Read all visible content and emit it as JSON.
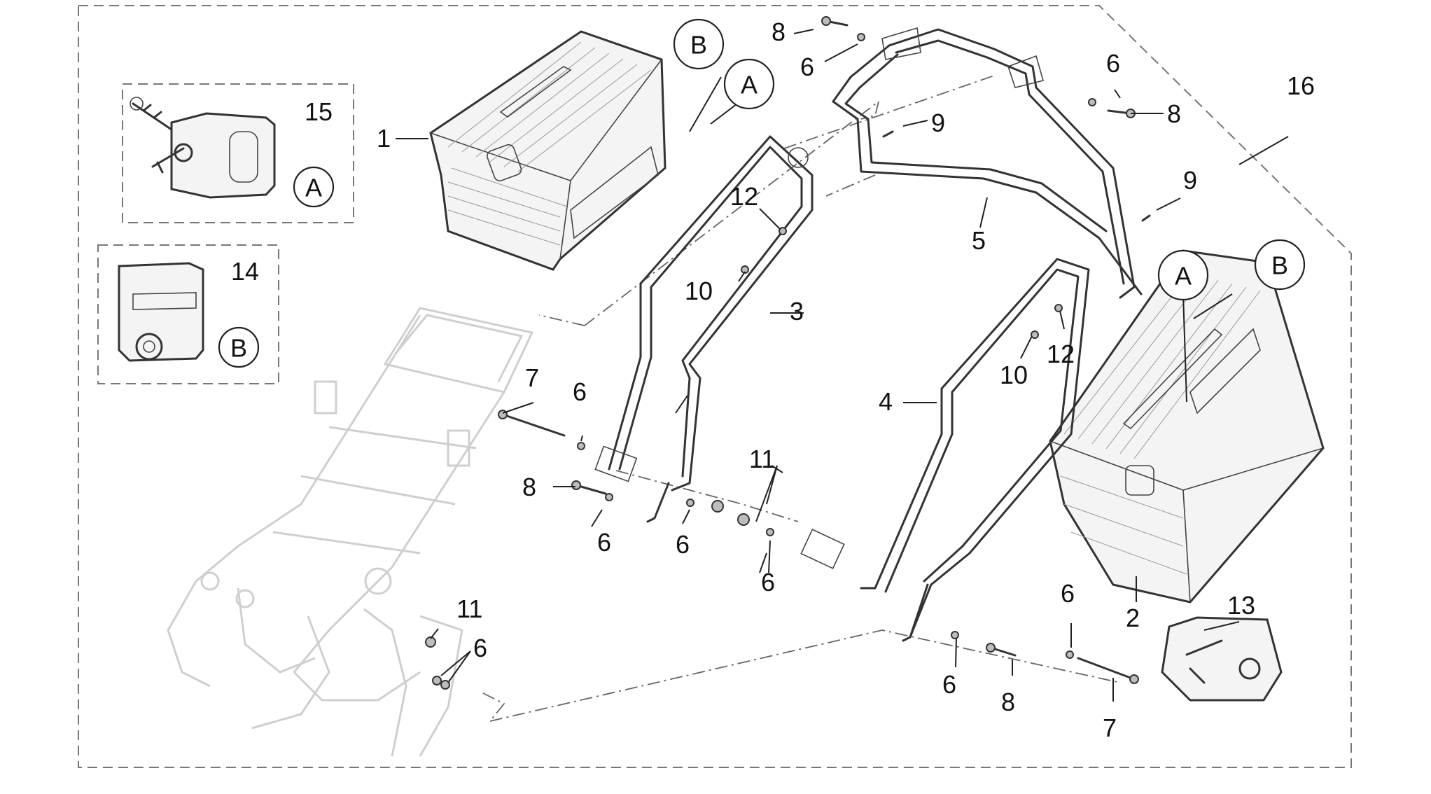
{
  "part_labels": {
    "p1": "1",
    "p2": "2",
    "p3": "3",
    "p4": "4",
    "p5": "5",
    "p6": "6",
    "p7": "7",
    "p8": "8",
    "p9": "9",
    "p10": "10",
    "p11": "11",
    "p12": "12",
    "p13": "13",
    "p14": "14",
    "p15": "15",
    "p16": "16"
  },
  "circle_letters": {
    "a": "A",
    "b": "B"
  }
}
